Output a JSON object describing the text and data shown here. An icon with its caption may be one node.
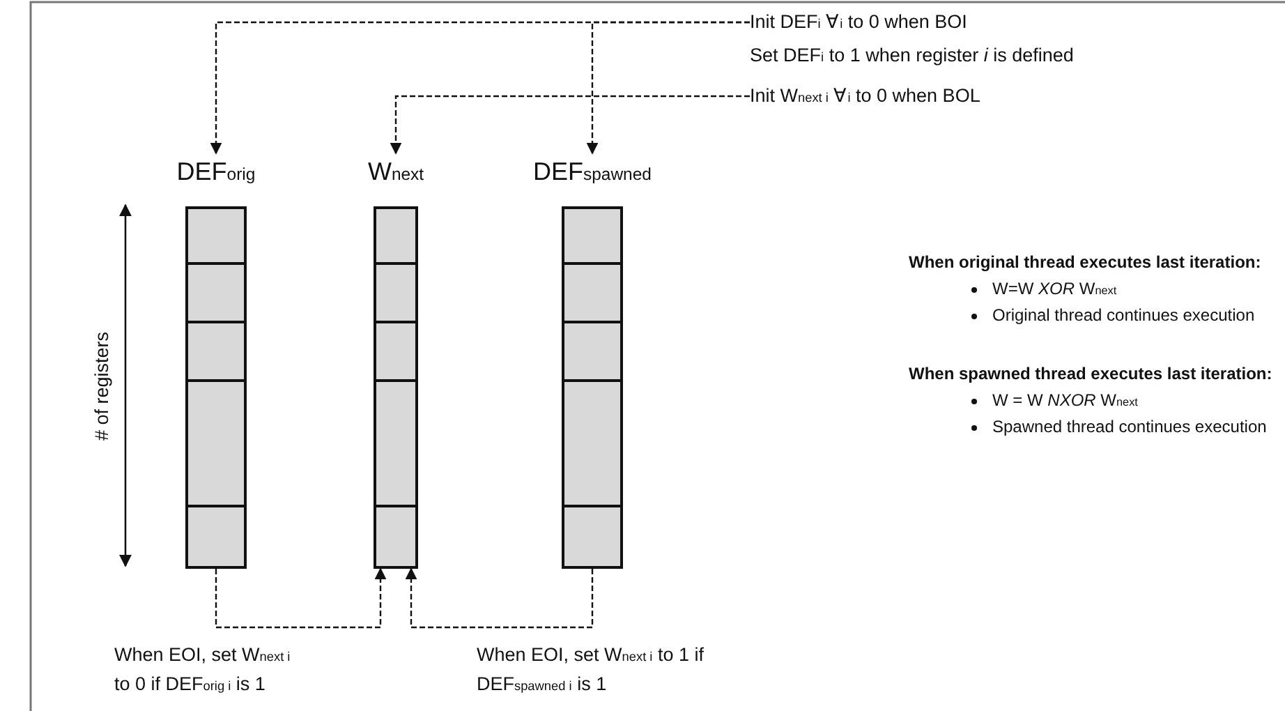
{
  "diagram": {
    "nodes": [
      {
        "text": [
          "Init DEF$_{i}$ ∀$_{i}$ to 0 when BOI"
        ]
      },
      {
        "text": [
          "Set DEF$_{i}$ to 1 when register *i* is defined"
        ]
      },
      {
        "text": [
          "Init W$_{next i}$ ∀$_{i}$ to 0 when BOL"
        ]
      },
      {
        "text": [
          "DEF$_{orig}$"
        ]
      },
      {
        "text": [
          "W$_{next}$"
        ]
      },
      {
        "text": [
          "DEF$_{spawned}$"
        ]
      },
      {
        "text": [
          "When EOI, set W$_{next i}$ to 0 if DEF$_{orig i}$ is 1"
        ]
      },
      {
        "text": [
          "When EOI, set W$_{next i}$ to 1 if DEF$_{spawned i}$ is 1"
        ]
      }
    ],
    "edges": [
      {
        "from": 0,
        "to": 3,
        "arrow": "to",
        "style": "dashed"
      },
      {
        "from": 0,
        "to": 5,
        "arrow": "to",
        "style": "dashed"
      },
      {
        "from": 2,
        "to": 4,
        "arrow": "to",
        "style": "dashed"
      },
      {
        "from": 3,
        "to": 4,
        "arrow": "to",
        "style": "dashed"
      },
      {
        "from": 5,
        "to": 4,
        "arrow": "to",
        "style": "dashed"
      }
    ],
    "labels": [
      "# of registers",
      "When original thread executes last iteration:",
      "W=W *XOR* W$_{next}$",
      "Original thread continues execution",
      "When spawned thread executes last iteration:",
      "W = W *NXOR* W$_{next}$",
      "Spawned thread continues execution"
    ]
  }
}
